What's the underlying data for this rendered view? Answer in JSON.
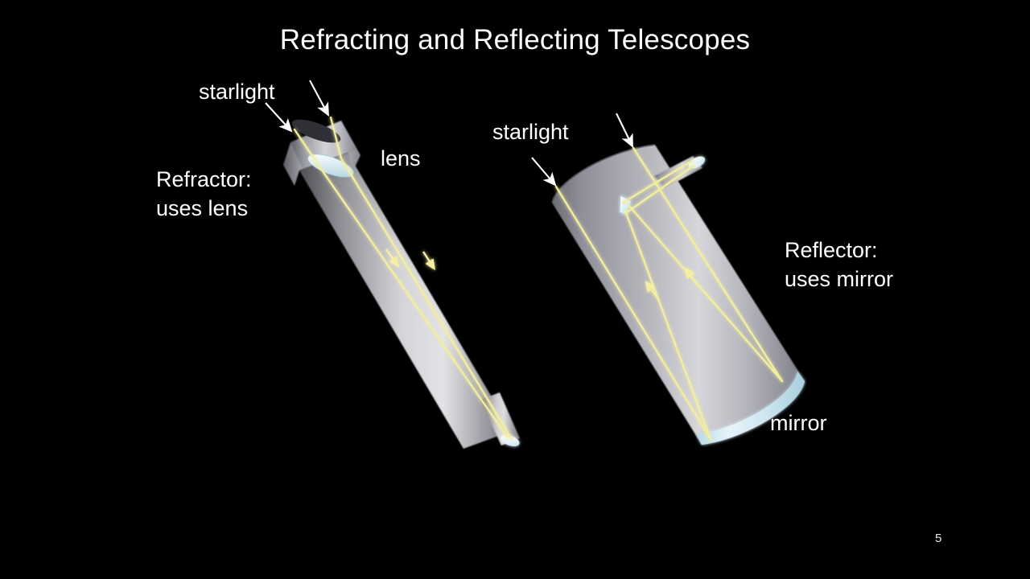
{
  "slide": {
    "title": "Refracting and Reflecting Telescopes",
    "page_number": "5",
    "background_color": "#000000",
    "text_color": "#ffffff"
  },
  "labels": {
    "starlight_left": "starlight",
    "starlight_right": "starlight",
    "lens": "lens",
    "mirror": "mirror",
    "refractor_line1": "Refractor:",
    "refractor_line2": "uses lens",
    "reflector_line1": "Reflector:",
    "reflector_line2": "uses mirror"
  },
  "diagram": {
    "type": "optics-diagram",
    "colors": {
      "light_ray": "#f2eea0",
      "ray_core": "#fffbd0",
      "tube_light": "#d5d5d8",
      "tube_mid": "#a9a9ae",
      "tube_dark": "#4a4a50",
      "optic_glass": "#d8ecf2",
      "optic_glass_edge": "#a8ccd8",
      "arrow": "#ffffff",
      "background": "#000000"
    },
    "telescopes": [
      {
        "name": "refractor",
        "kind": "Refracting telescope",
        "tilt_degrees": 20,
        "optic": "lens",
        "optic_label": "lens",
        "ray_count": 2,
        "ray_behavior": "parallel rays refract through objective lens and converge toward eyepiece",
        "parts": [
          "dew-shield",
          "objective-lens",
          "main-tube",
          "eyepiece-tube",
          "eyepiece"
        ]
      },
      {
        "name": "reflector",
        "kind": "Reflecting telescope",
        "tilt_degrees": 20,
        "optic": "mirror",
        "optic_label": "mirror",
        "ray_count": 2,
        "ray_behavior": "parallel rays travel down tube, reflect off curved primary mirror, converge onto flat secondary mirror and exit through side eyepiece",
        "parts": [
          "open-tube",
          "primary-mirror",
          "secondary-mirror",
          "eyepiece-tube",
          "eyepiece"
        ]
      }
    ]
  }
}
